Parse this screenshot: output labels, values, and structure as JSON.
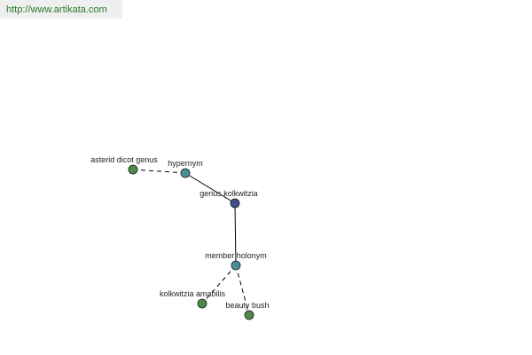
{
  "header": {
    "url": "http://www.artikata.com"
  },
  "graph": {
    "colors": {
      "green_node": "#4f8a4a",
      "teal_node": "#4a8f96",
      "blue_node": "#3c4f8c",
      "edge": "#000000"
    },
    "nodes": [
      {
        "id": "asterid",
        "label": "asterid dicot genus",
        "color": "green_node"
      },
      {
        "id": "hypernym",
        "label": "hypernym",
        "color": "teal_node"
      },
      {
        "id": "genus",
        "label": "genus kolkwitzia",
        "color": "blue_node"
      },
      {
        "id": "holonym",
        "label": "member holonym",
        "color": "teal_node"
      },
      {
        "id": "amabilis",
        "label": "kolkwitzia amabilis",
        "color": "green_node"
      },
      {
        "id": "beauty",
        "label": "beauty bush",
        "color": "green_node"
      }
    ],
    "edges": [
      {
        "from": "asterid",
        "to": "hypernym",
        "style": "dashed"
      },
      {
        "from": "hypernym",
        "to": "genus",
        "style": "solid"
      },
      {
        "from": "genus",
        "to": "holonym",
        "style": "solid"
      },
      {
        "from": "holonym",
        "to": "amabilis",
        "style": "dashed"
      },
      {
        "from": "holonym",
        "to": "beauty",
        "style": "dashed"
      }
    ]
  }
}
